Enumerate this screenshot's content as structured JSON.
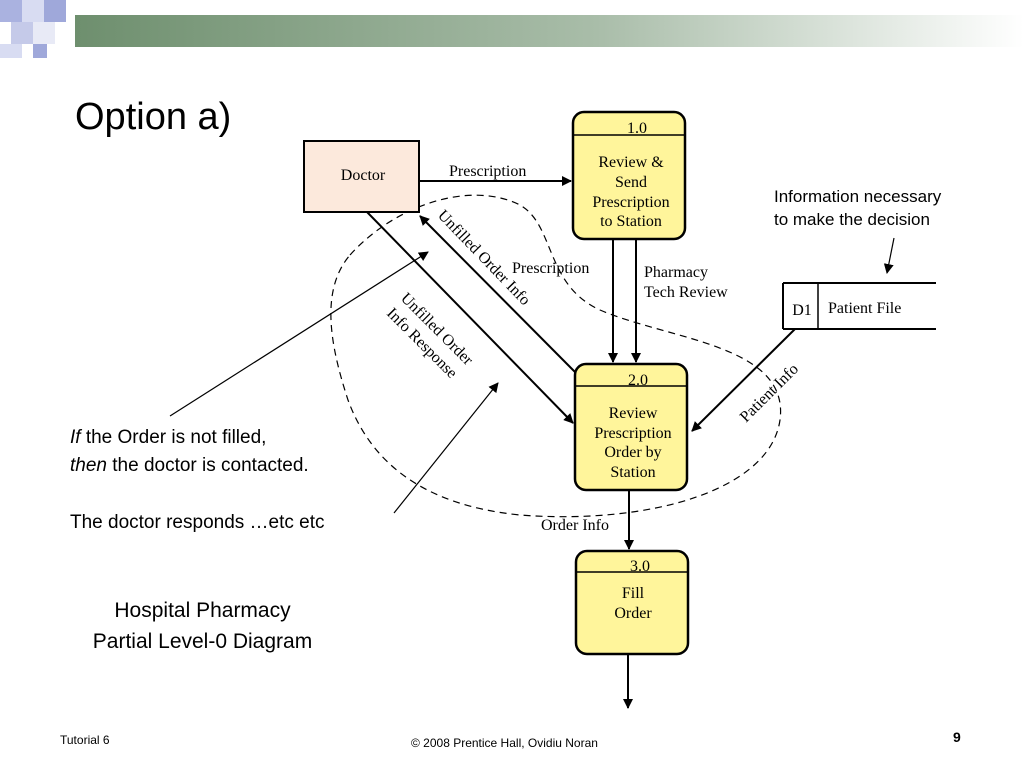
{
  "slide": {
    "title": "Option a)",
    "caption_line1": "Hospital Pharmacy",
    "caption_line2": "Partial Level-0 Diagram",
    "callout_if_word": "If",
    "callout_if_rest": " the Order is not filled,",
    "callout_then_word": "then",
    "callout_then_rest": " the doctor is contacted.",
    "callout_response": "The doctor responds …etc etc",
    "note_line1": "Information necessary",
    "note_line2": "to make the decision",
    "footer_left": "Tutorial 6",
    "footer_center": "© 2008 Prentice Hall, Ovidiu Noran",
    "page_number": "9"
  },
  "diagram": {
    "entity_doctor": "Doctor",
    "process1": {
      "id": "1.0",
      "line1": "Review &",
      "line2": "Send",
      "line3": "Prescription",
      "line4": "to Station"
    },
    "process2": {
      "id": "2.0",
      "line1": "Review",
      "line2": "Prescription",
      "line3": "Order by",
      "line4": "Station"
    },
    "process3": {
      "id": "3.0",
      "line1": "Fill",
      "line2": "Order"
    },
    "datastore": {
      "id": "D1",
      "name": "Patient File"
    },
    "flows": {
      "prescription_top": "Prescription",
      "prescription_mid": "Prescription",
      "pharmacy_line1": "Pharmacy",
      "pharmacy_line2": "Tech Review",
      "unfilled_order_info": "Unfilled Order Info",
      "unfilled_response_line1": "Unfilled Order",
      "unfilled_response_line2": "Info Response",
      "patient_info": "Patient Info",
      "order_info": "Order Info"
    }
  },
  "colors": {
    "process_fill": "#FFF59B",
    "entity_fill": "#FCE9DC",
    "banner_green": "#7D9C7D",
    "banner_blue": "#9FA8DA"
  }
}
